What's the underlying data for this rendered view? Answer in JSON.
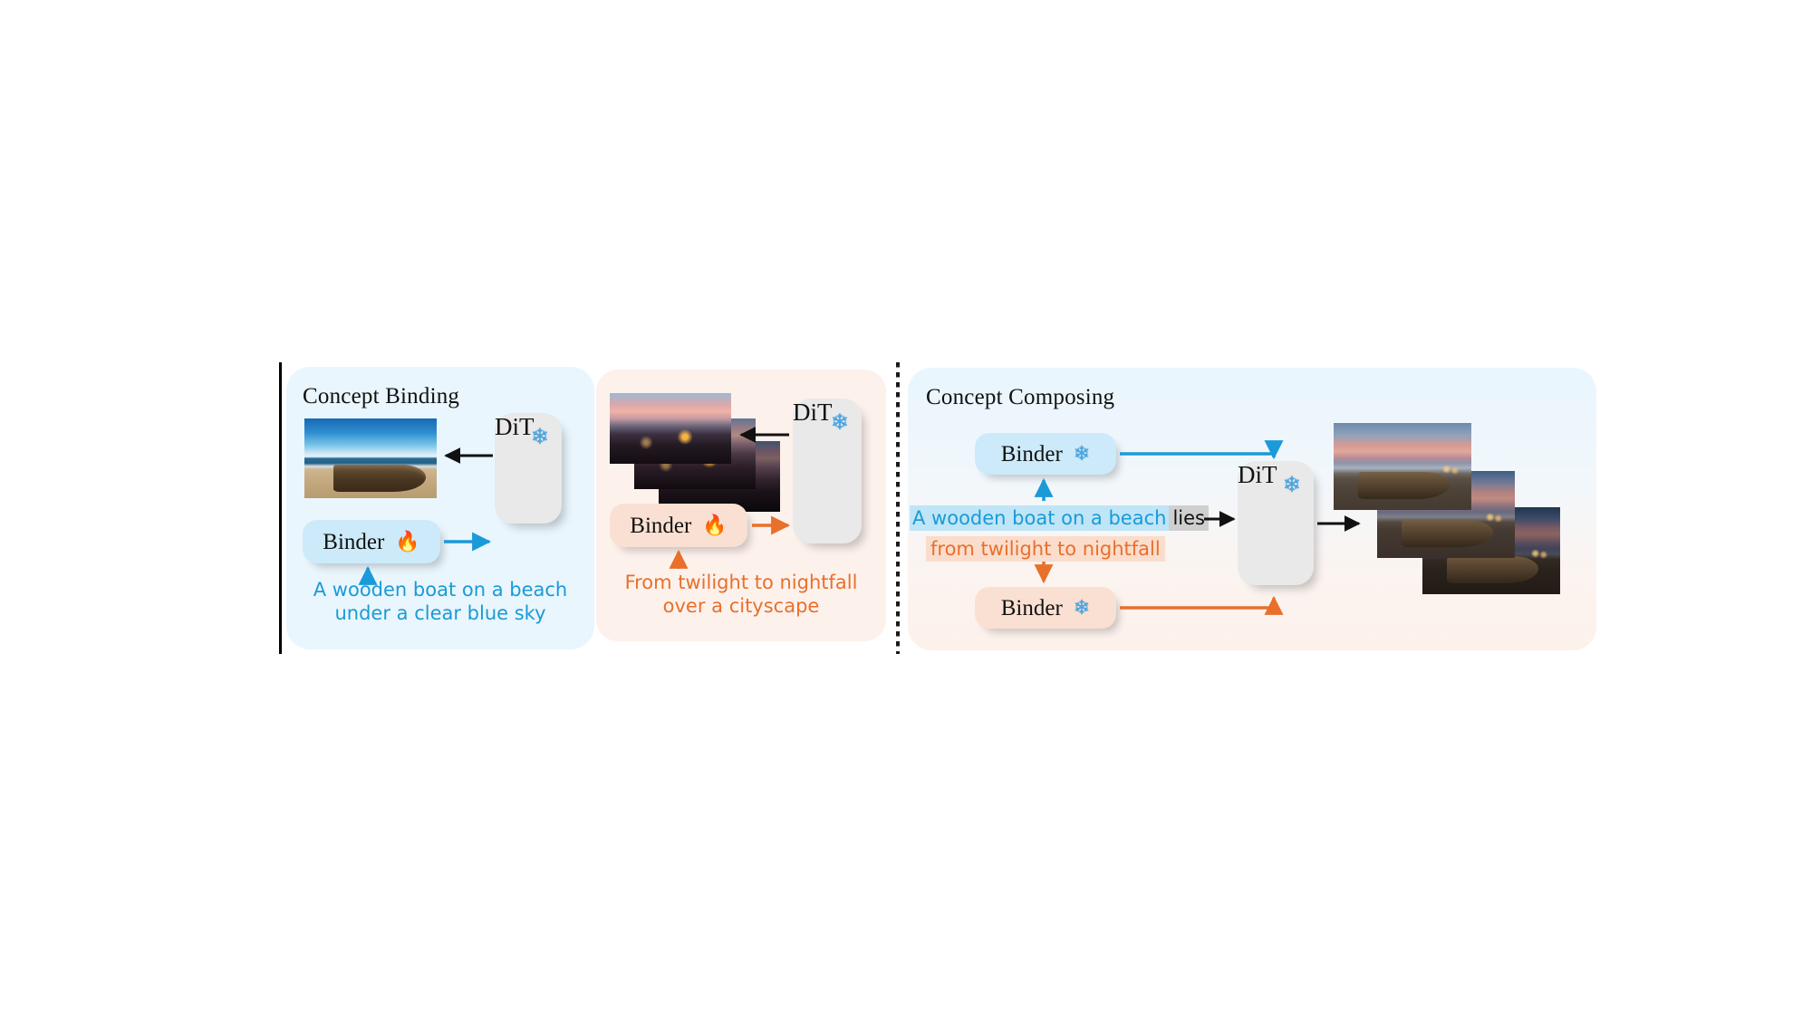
{
  "panels": {
    "binding": {
      "title": "Concept Binding",
      "binder_label": "Binder",
      "binder_state_icon": "fire-icon",
      "binder_state_glyph": "🔥",
      "dit_label": "DiT",
      "dit_state_icon": "snowflake-icon",
      "dit_state_glyph": "❄",
      "prompt": "A wooden boat on a beach\nunder a clear blue sky",
      "output_image_alt": "wooden boat on a beach under a clear blue sky",
      "bg_color": "#e9f6fd",
      "accent_color": "#1a9ad8"
    },
    "training": {
      "title": "",
      "binder_label": "Binder",
      "binder_state_icon": "fire-icon",
      "binder_state_glyph": "🔥",
      "dit_label": "DiT",
      "dit_state_icon": "snowflake-icon",
      "dit_state_glyph": "❄",
      "prompt": "From twilight to nightfall\nover a cityscape",
      "output_image_alt": "cityscape from twilight to nightfall",
      "bg_color": "#fdf1ec",
      "accent_color": "#e8702a"
    },
    "composing": {
      "title": "Concept Composing",
      "binder_top_label": "Binder",
      "binder_top_state_icon": "snowflake-icon",
      "binder_top_state_glyph": "❄",
      "binder_bottom_label": "Binder",
      "binder_bottom_state_icon": "snowflake-icon",
      "binder_bottom_state_glyph": "❄",
      "dit_label": "DiT",
      "dit_state_icon": "snowflake-icon",
      "dit_state_glyph": "❄",
      "prompt_segment_blue": "A wooden boat on a beach",
      "prompt_segment_neutral": "lies",
      "prompt_segment_orange": "from twilight to nightfall",
      "output_image_alt": "wooden boat on a beach from twilight to nightfall",
      "accent_color_blue": "#1a9ad8",
      "accent_color_orange": "#e8702a"
    }
  },
  "colors": {
    "blue_accent": "#1a9ad8",
    "orange_accent": "#e8702a",
    "snowflake_blue": "#4aa6e0",
    "panel_blue_bg": "#e9f6fd",
    "panel_peach_bg": "#fdf1ec",
    "module_gray": "#e9e9e9",
    "binder_blue": "#cceaf9",
    "binder_peach": "#fae0d2",
    "highlight_blue": "#bfe5f7",
    "highlight_gray": "#cfcfcf",
    "highlight_peach": "#fbddcd",
    "arrow_black": "#111111"
  }
}
